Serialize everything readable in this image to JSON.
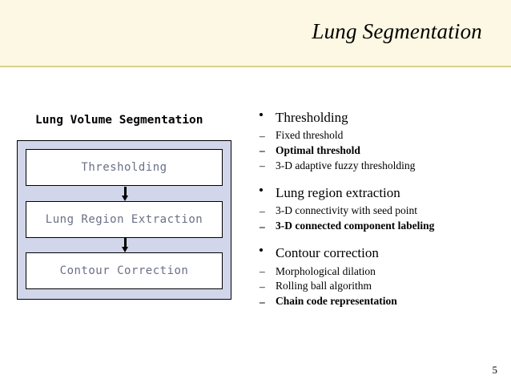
{
  "slide": {
    "title": "Lung Segmentation",
    "page_number": "5"
  },
  "diagram": {
    "title": "Lung Volume Segmentation",
    "steps": [
      {
        "label": "Thresholding"
      },
      {
        "label": "Lung Region Extraction"
      },
      {
        "label": "Contour Correction"
      }
    ],
    "colors": {
      "panel": "#d2d6ea",
      "step_text": "#6b6f86",
      "step_fill": "#ffffff"
    }
  },
  "content": {
    "bullets": [
      {
        "label": "Thresholding",
        "sub": [
          {
            "label": "Fixed threshold",
            "bold": false
          },
          {
            "label": "Optimal threshold",
            "bold": true
          },
          {
            "label": "3-D adaptive fuzzy thresholding",
            "bold": false
          }
        ]
      },
      {
        "label": "Lung region extraction",
        "sub": [
          {
            "label": "3-D connectivity with seed point",
            "bold": false
          },
          {
            "label": "3-D connected component labeling",
            "bold": true
          }
        ]
      },
      {
        "label": "Contour correction",
        "sub": [
          {
            "label": "Morphological dilation",
            "bold": false
          },
          {
            "label": "Rolling ball algorithm",
            "bold": false
          },
          {
            "label": "Chain code representation",
            "bold": true
          }
        ]
      }
    ]
  },
  "theme": {
    "header_background": "#fdf8e3",
    "header_rule": "#d8d18a",
    "body_background": "#ffffff"
  }
}
